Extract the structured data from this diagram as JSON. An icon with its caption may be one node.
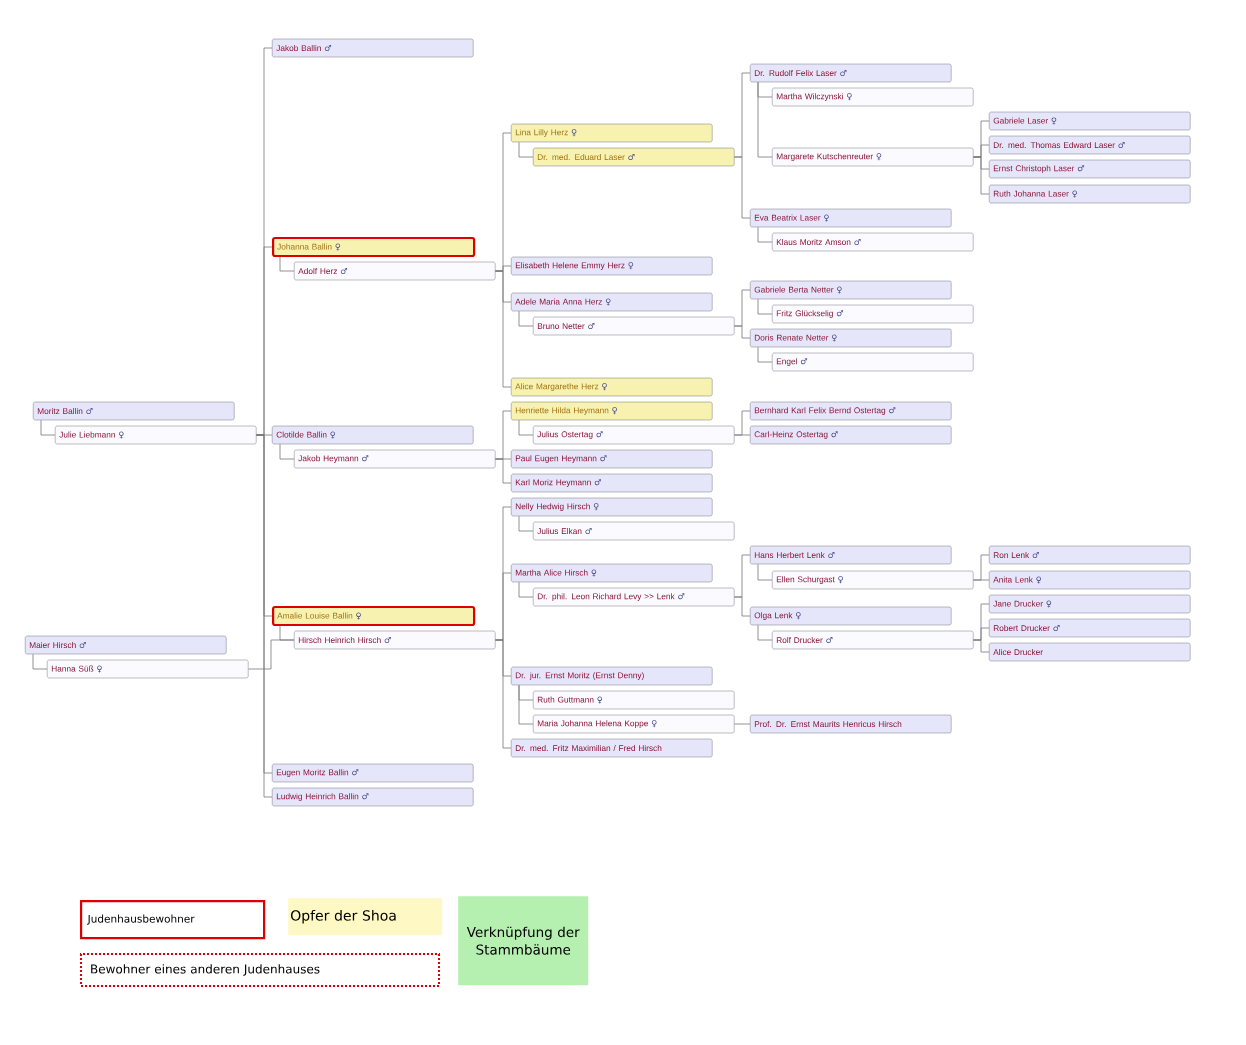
{
  "diagram": {
    "nodes": [
      {
        "text": [
          "Moritz Ballin",
          "♂"
        ]
      },
      {
        "text": [
          "Julie Liebmann",
          "♀"
        ]
      },
      {
        "text": [
          "Maier Hirsch",
          "♂"
        ]
      },
      {
        "text": [
          "Hanna Süß",
          "♀"
        ]
      },
      {
        "text": [
          "Jakob Ballin",
          "♂"
        ]
      },
      {
        "text": [
          "Johanna Ballin",
          "♀"
        ]
      },
      {
        "text": [
          "Adolf Herz",
          "♂"
        ]
      },
      {
        "text": [
          "Lina Lilly Herz",
          "♀"
        ]
      },
      {
        "text": [
          "Dr. med. Eduard Laser",
          "♂"
        ]
      },
      {
        "text": [
          "Dr. Rudolf Felix Laser",
          "♂"
        ]
      },
      {
        "text": [
          "Martha Wilczynski",
          "♀"
        ]
      },
      {
        "text": [
          "Margarete Kutschenreuter",
          "♀"
        ]
      },
      {
        "text": [
          "Gabriele Laser",
          "♀"
        ]
      },
      {
        "text": [
          "Dr. med. Thomas Edward Laser",
          "♂"
        ]
      },
      {
        "text": [
          "Ernst Christoph Laser",
          "♂"
        ]
      },
      {
        "text": [
          "Ruth Johanna Laser",
          "♀"
        ]
      },
      {
        "text": [
          "Eva Beatrix Laser",
          "♀"
        ]
      },
      {
        "text": [
          "Klaus Moritz Amson",
          "♂"
        ]
      },
      {
        "text": [
          "Elisabeth Helene Emmy Herz",
          "♀"
        ]
      },
      {
        "text": [
          "Adele Maria Anna Herz",
          "♀"
        ]
      },
      {
        "text": [
          "Bruno Netter",
          "♂"
        ]
      },
      {
        "text": [
          "Gabriele Berta Netter",
          "♀"
        ]
      },
      {
        "text": [
          "Fritz Glückselig",
          "♂"
        ]
      },
      {
        "text": [
          "Doris Renate Netter",
          "♀"
        ]
      },
      {
        "text": [
          "Engel",
          "♂"
        ]
      },
      {
        "text": [
          "Alice Margarethe Herz",
          "♀"
        ]
      },
      {
        "text": [
          "Clotilde Ballin",
          "♀"
        ]
      },
      {
        "text": [
          "Jakob Heymann",
          "♂"
        ]
      },
      {
        "text": [
          "Henriette Hilda Heymann",
          "♀"
        ]
      },
      {
        "text": [
          "Julius Ostertag",
          "♂"
        ]
      },
      {
        "text": [
          "Bernhard Karl Felix Bernd Ostertag",
          "♂"
        ]
      },
      {
        "text": [
          "Carl-Heinz Ostertag",
          "♂"
        ]
      },
      {
        "text": [
          "Paul Eugen Heymann",
          "♂"
        ]
      },
      {
        "text": [
          "Karl Moriz Heymann",
          "♂"
        ]
      },
      {
        "text": [
          "Amalie Louise Ballin",
          "♀"
        ]
      },
      {
        "text": [
          "Hirsch Heinrich Hirsch",
          "♂"
        ]
      },
      {
        "text": [
          "Nelly Hedwig Hirsch",
          "♀"
        ]
      },
      {
        "text": [
          "Julius Elkan",
          "♂"
        ]
      },
      {
        "text": [
          "Martha Alice Hirsch",
          "♀"
        ]
      },
      {
        "text": [
          "Dr. phil. Leon Richard Levy >> Lenk",
          "♂"
        ]
      },
      {
        "text": [
          "Hans Herbert Lenk",
          "♂"
        ]
      },
      {
        "text": [
          "Ellen Schurgast",
          "♀"
        ]
      },
      {
        "text": [
          "Ron Lenk",
          "♂"
        ]
      },
      {
        "text": [
          "Anita Lenk",
          "♀"
        ]
      },
      {
        "text": [
          "Olga Lenk",
          "♀"
        ]
      },
      {
        "text": [
          "Rolf Drucker",
          "♂"
        ]
      },
      {
        "text": [
          "Jane Drucker",
          "♀"
        ]
      },
      {
        "text": [
          "Robert Drucker",
          "♂"
        ]
      },
      {
        "text": [
          "Alice Drucker"
        ]
      },
      {
        "text": [
          "Dr. jur. Ernst Moritz (Ernst Denny)"
        ]
      },
      {
        "text": [
          "Ruth Guttmann",
          "♀"
        ]
      },
      {
        "text": [
          "Maria Johanna Helena Koppe",
          "♀"
        ]
      },
      {
        "text": [
          "Prof. Dr. Ernst Maurits Henricus Hirsch"
        ]
      },
      {
        "text": [
          "Dr. med. Fritz Maximilian / Fred Hirsch"
        ]
      },
      {
        "text": [
          "Eugen Moritz Ballin",
          "♂"
        ]
      },
      {
        "text": [
          "Ludwig Heinrich Ballin",
          "♂"
        ]
      }
    ],
    "edges": [
      {
        "from": 0,
        "to": 1,
        "arrow": "none"
      },
      {
        "from": 2,
        "to": 3,
        "arrow": "none"
      },
      {
        "from": 5,
        "to": 6,
        "arrow": "none"
      },
      {
        "from": 7,
        "to": 8,
        "arrow": "none"
      },
      {
        "from": 9,
        "to": 10,
        "arrow": "none"
      },
      {
        "from": 9,
        "to": 11,
        "arrow": "none"
      },
      {
        "from": 16,
        "to": 17,
        "arrow": "none"
      },
      {
        "from": 19,
        "to": 20,
        "arrow": "none"
      },
      {
        "from": 21,
        "to": 22,
        "arrow": "none"
      },
      {
        "from": 23,
        "to": 24,
        "arrow": "none"
      },
      {
        "from": 26,
        "to": 27,
        "arrow": "none"
      },
      {
        "from": 28,
        "to": 29,
        "arrow": "none"
      },
      {
        "from": 34,
        "to": 35,
        "arrow": "none"
      },
      {
        "from": 36,
        "to": 37,
        "arrow": "none"
      },
      {
        "from": 38,
        "to": 39,
        "arrow": "none"
      },
      {
        "from": 40,
        "to": 41,
        "arrow": "none"
      },
      {
        "from": 44,
        "to": 45,
        "arrow": "none"
      },
      {
        "from": 49,
        "to": 50,
        "arrow": "none"
      },
      {
        "from": 49,
        "to": 51,
        "arrow": "none"
      },
      {
        "from": 1,
        "to": 4,
        "arrow": "none"
      },
      {
        "from": 1,
        "to": 5,
        "arrow": "none"
      },
      {
        "from": 1,
        "to": 26,
        "arrow": "none"
      },
      {
        "from": 1,
        "to": 34,
        "arrow": "none"
      },
      {
        "from": 1,
        "to": 54,
        "arrow": "none"
      },
      {
        "from": 1,
        "to": 55,
        "arrow": "none"
      },
      {
        "from": 3,
        "to": 35,
        "arrow": "none"
      },
      {
        "from": 6,
        "to": 7,
        "arrow": "none"
      },
      {
        "from": 6,
        "to": 18,
        "arrow": "none"
      },
      {
        "from": 6,
        "to": 19,
        "arrow": "none"
      },
      {
        "from": 6,
        "to": 25,
        "arrow": "none"
      },
      {
        "from": 8,
        "to": 9,
        "arrow": "none"
      },
      {
        "from": 8,
        "to": 16,
        "arrow": "none"
      },
      {
        "from": 11,
        "to": 12,
        "arrow": "none"
      },
      {
        "from": 11,
        "to": 13,
        "arrow": "none"
      },
      {
        "from": 11,
        "to": 14,
        "arrow": "none"
      },
      {
        "from": 11,
        "to": 15,
        "arrow": "none"
      },
      {
        "from": 20,
        "to": 21,
        "arrow": "none"
      },
      {
        "from": 20,
        "to": 23,
        "arrow": "none"
      },
      {
        "from": 27,
        "to": 28,
        "arrow": "none"
      },
      {
        "from": 27,
        "to": 32,
        "arrow": "none"
      },
      {
        "from": 27,
        "to": 33,
        "arrow": "none"
      },
      {
        "from": 29,
        "to": 30,
        "arrow": "none"
      },
      {
        "from": 29,
        "to": 31,
        "arrow": "none"
      },
      {
        "from": 35,
        "to": 36,
        "arrow": "none"
      },
      {
        "from": 35,
        "to": 38,
        "arrow": "none"
      },
      {
        "from": 35,
        "to": 49,
        "arrow": "none"
      },
      {
        "from": 35,
        "to": 53,
        "arrow": "none"
      },
      {
        "from": 39,
        "to": 40,
        "arrow": "none"
      },
      {
        "from": 39,
        "to": 44,
        "arrow": "none"
      },
      {
        "from": 41,
        "to": 42,
        "arrow": "none"
      },
      {
        "from": 41,
        "to": 43,
        "arrow": "none"
      },
      {
        "from": 45,
        "to": 46,
        "arrow": "none"
      },
      {
        "from": 45,
        "to": 47,
        "arrow": "none"
      },
      {
        "from": 45,
        "to": 48,
        "arrow": "none"
      },
      {
        "from": 51,
        "to": 52,
        "arrow": "none"
      }
    ],
    "legend": [
      {
        "text": "Judenhausbewohner"
      },
      {
        "text": "Opfer der Shoa",
        "color": "#fdf8c4"
      },
      {
        "text": "Verknüpfung der Stammbäume",
        "color": "#b5f0b0"
      },
      {
        "text": "Bewohner eines anderen Judenhauses"
      }
    ]
  }
}
